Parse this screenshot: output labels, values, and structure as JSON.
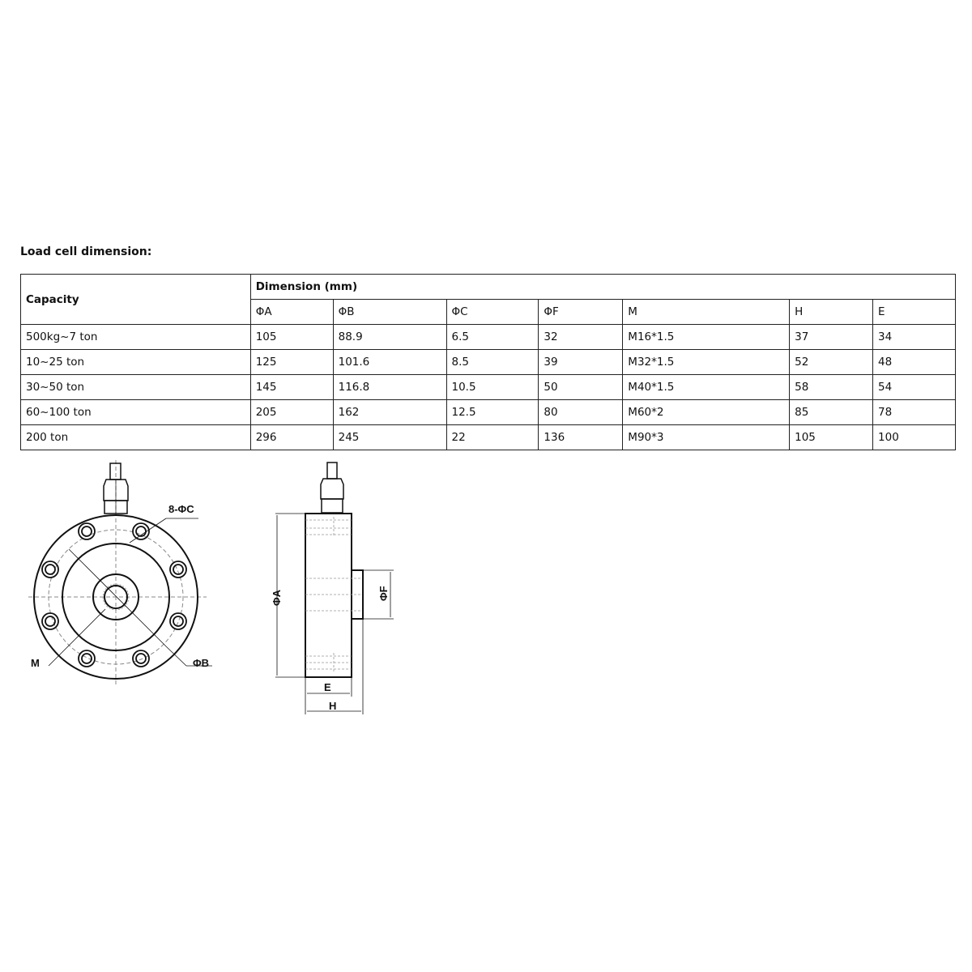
{
  "title": "Load cell dimension:",
  "table": {
    "capacity_header": "Capacity",
    "dimension_header": "Dimension (mm)",
    "columns": [
      "ΦA",
      "ΦB",
      "ΦC",
      "ΦF",
      "M",
      "H",
      "E"
    ],
    "rows": [
      [
        "500kg~7 ton",
        "105",
        "88.9",
        "6.5",
        "32",
        "M16*1.5",
        "37",
        "34"
      ],
      [
        "10~25 ton",
        "125",
        "101.6",
        "8.5",
        "39",
        "M32*1.5",
        "52",
        "48"
      ],
      [
        "30~50 ton",
        "145",
        "116.8",
        "10.5",
        "50",
        "M40*1.5",
        "58",
        "54"
      ],
      [
        "60~100 ton",
        "205",
        "162",
        "12.5",
        "80",
        "M60*2",
        "85",
        "78"
      ],
      [
        "200 ton",
        "296",
        "245",
        "22",
        "136",
        "M90*3",
        "105",
        "100"
      ]
    ]
  },
  "front_view": {
    "labels": {
      "holes": "8-ΦC",
      "thread": "M",
      "bolt_circle": "ΦB"
    }
  },
  "side_view": {
    "labels": {
      "outer_dia": "ΦA",
      "boss_dia": "ΦF",
      "body_height": "E",
      "total_height": "H"
    }
  }
}
